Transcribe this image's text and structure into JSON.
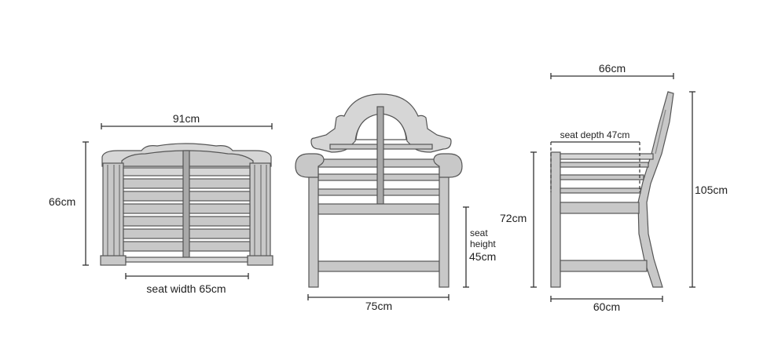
{
  "colors": {
    "wood": "#c8c8c8",
    "wood_light": "#d6d6d6",
    "wood_dark": "#a9a9a9",
    "outline": "#555555",
    "dimension_line": "#333333",
    "text": "#222222",
    "background": "#ffffff"
  },
  "views": {
    "top": {
      "width_label": "91cm",
      "depth_label": "66cm",
      "seat_width_label": "seat width 65cm"
    },
    "front": {
      "width_label": "75cm",
      "seat_height_line1": "seat",
      "seat_height_line2": "height",
      "seat_height_value": "45cm"
    },
    "side": {
      "top_depth_label": "66cm",
      "seat_depth_label": "seat depth 47cm",
      "arm_height_label": "72cm",
      "total_height_label": "105cm",
      "base_depth_label": "60cm"
    }
  }
}
